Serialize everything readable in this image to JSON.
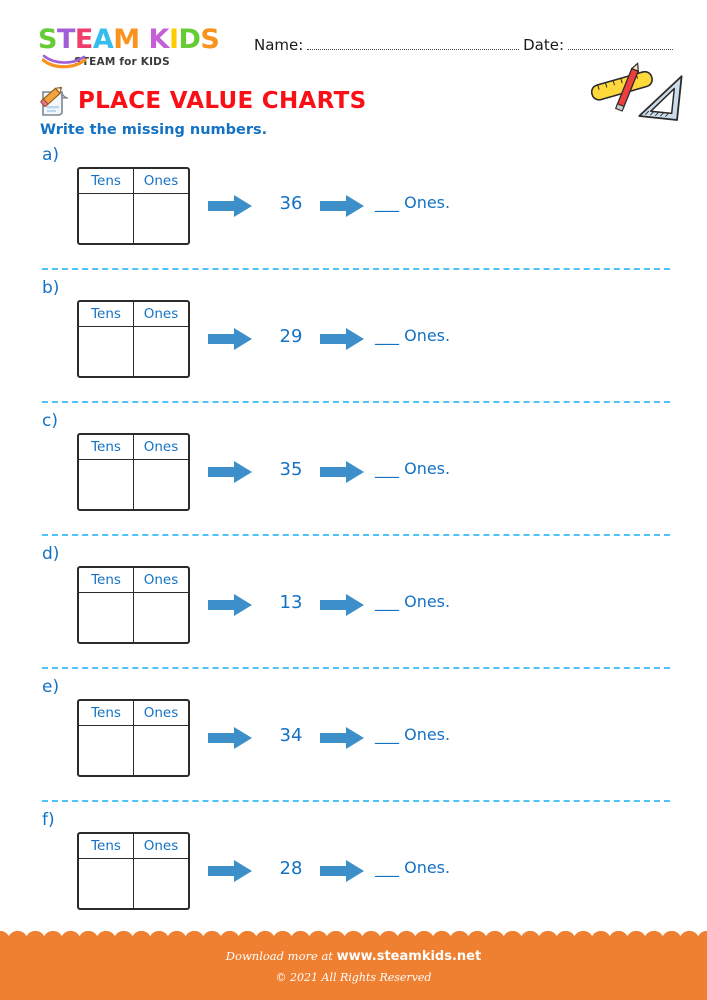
{
  "brand": {
    "logo_letters": [
      {
        "char": "S",
        "color": "#66cc33"
      },
      {
        "char": "T",
        "color": "#a05fd6"
      },
      {
        "char": "E",
        "color": "#ef3e6d"
      },
      {
        "char": "A",
        "color": "#35bdef"
      },
      {
        "char": "M",
        "color": "#f7931e"
      },
      {
        "char": " ",
        "color": "#ffffff"
      },
      {
        "char": "K",
        "color": "#c45fd6"
      },
      {
        "char": "I",
        "color": "#ffcc00"
      },
      {
        "char": "D",
        "color": "#66cc33"
      },
      {
        "char": "S",
        "color": "#f7931e"
      }
    ],
    "logo_text": "STEAM KIDS",
    "tagline": "STEAM for KIDS",
    "swoosh_purple": "#a05fd6",
    "swoosh_orange": "#f7931e"
  },
  "header": {
    "name_label": "Name:",
    "date_label": "Date:"
  },
  "title": {
    "heading": "PLACE VALUE CHARTS",
    "heading_color": "#fb0f17",
    "subtitle": "Write the missing numbers.",
    "subtitle_color": "#1472c4",
    "icon": "pencil-note-icon",
    "tools_icon": "ruler-pencil-set-square-icon"
  },
  "table_headers": {
    "tens": "Tens",
    "ones": "Ones"
  },
  "answer_suffix": "Ones.",
  "answer_blank": "___",
  "accent": {
    "blue": "#1472c4",
    "arrow_blue": "#3d8fc9",
    "dash_blue": "#4fc3f7",
    "orange": "#ef7f31"
  },
  "exercises": [
    {
      "label": "a)",
      "number": "36",
      "tens": "",
      "ones": "",
      "answer_blank": "___",
      "answer_suffix": "Ones."
    },
    {
      "label": "b)",
      "number": "29",
      "tens": "",
      "ones": "",
      "answer_blank": "___",
      "answer_suffix": "Ones."
    },
    {
      "label": "c)",
      "number": "35",
      "tens": "",
      "ones": "",
      "answer_blank": "___",
      "answer_suffix": "Ones."
    },
    {
      "label": "d)",
      "number": "13",
      "tens": "",
      "ones": "",
      "answer_blank": "___",
      "answer_suffix": "Ones."
    },
    {
      "label": "e)",
      "number": "34",
      "tens": "",
      "ones": "",
      "answer_blank": "___",
      "answer_suffix": "Ones."
    },
    {
      "label": "f)",
      "number": "28",
      "tens": "",
      "ones": "",
      "answer_blank": "___",
      "answer_suffix": "Ones."
    }
  ],
  "footer": {
    "download_prefix": "Download more at",
    "site": "www.steamkids.net",
    "copyright": "© 2021 All Rights Reserved"
  }
}
